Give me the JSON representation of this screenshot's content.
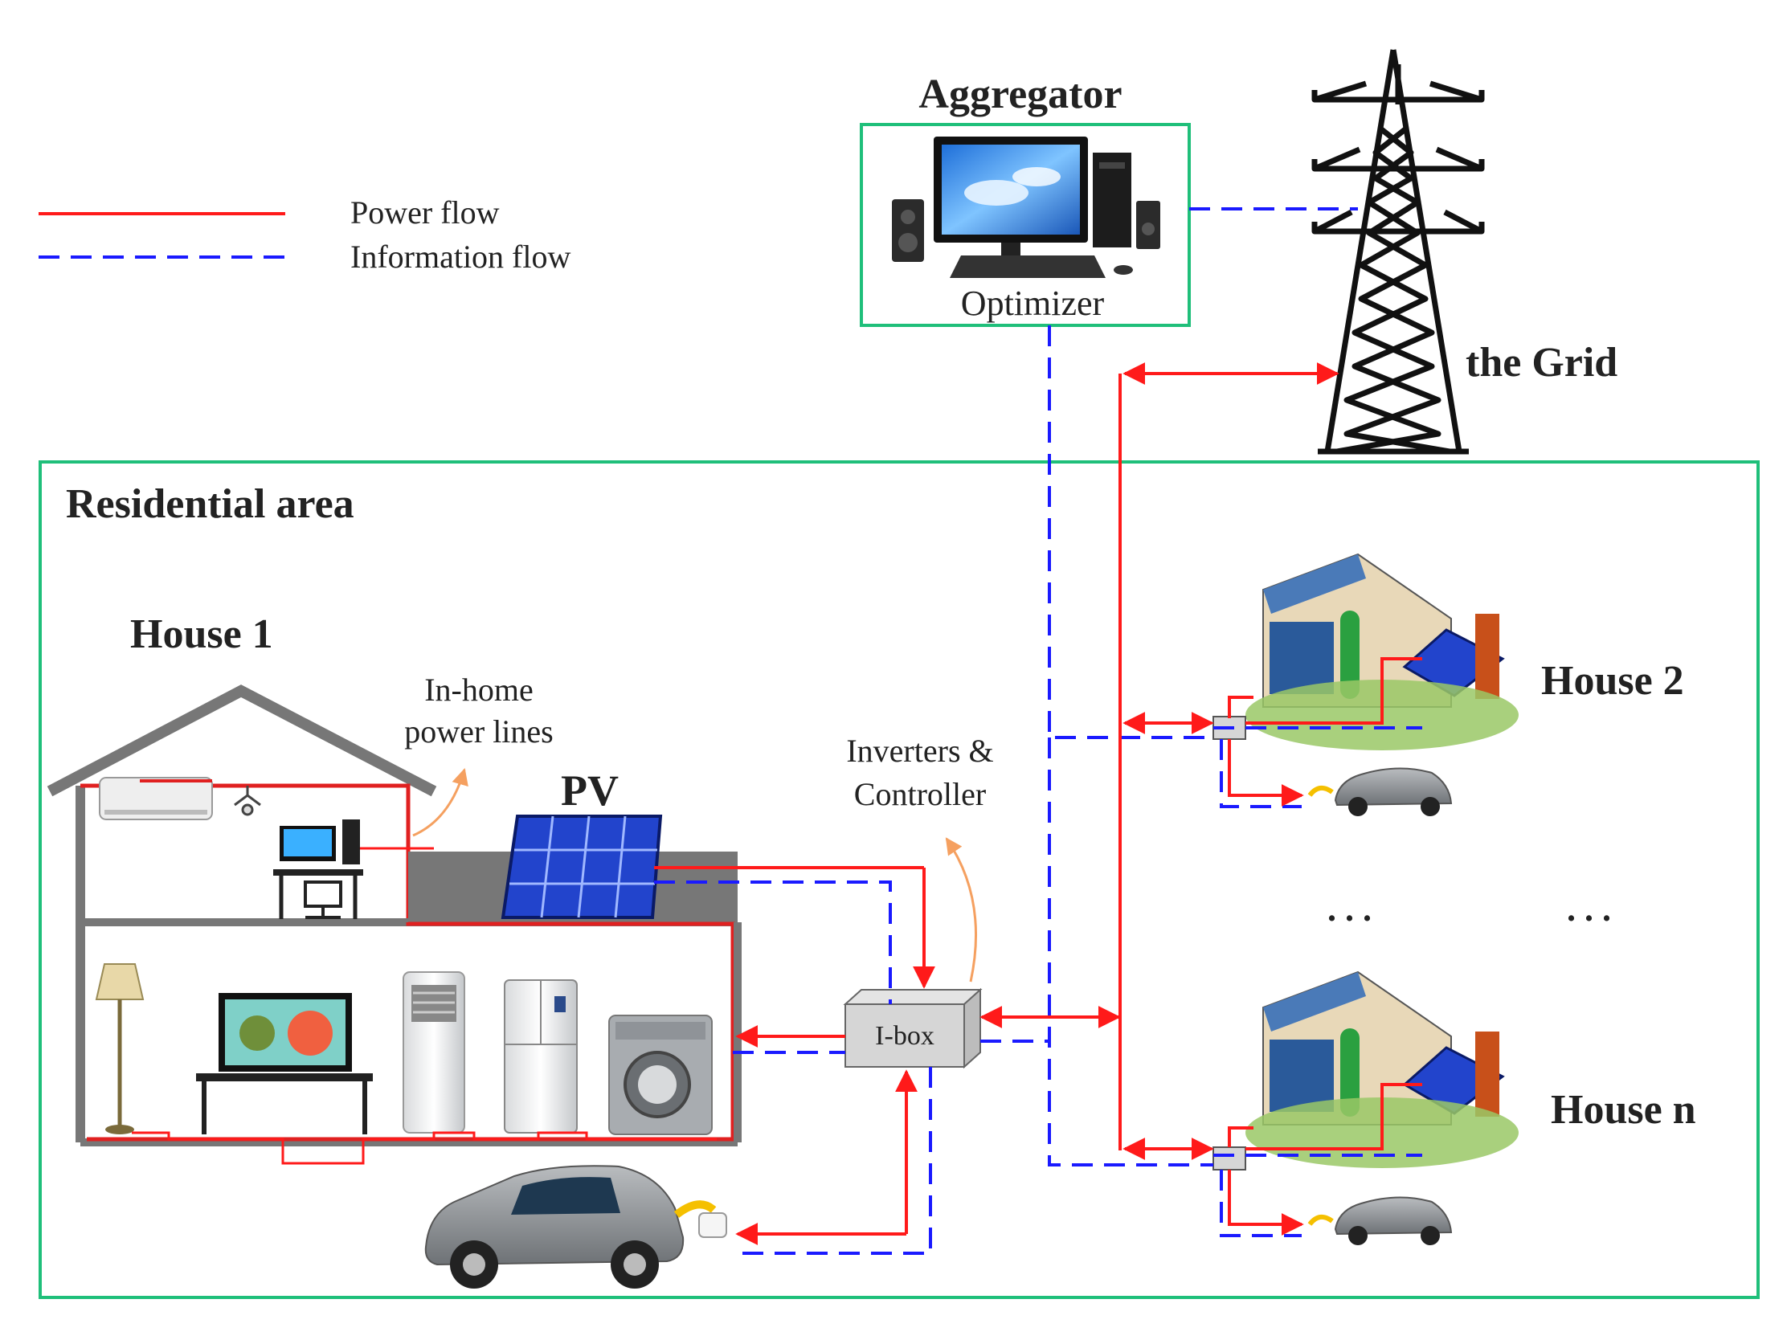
{
  "legend": {
    "power_flow": "Power flow",
    "information_flow": "Information flow"
  },
  "aggregator": {
    "title": "Aggregator",
    "optimizer": "Optimizer"
  },
  "grid": {
    "label": "the Grid"
  },
  "residential": {
    "label": "Residential area"
  },
  "house1": {
    "label": "House 1",
    "inhome_line1": "In-home",
    "inhome_line2": "power lines",
    "pv": "PV"
  },
  "inverters": {
    "line1": "Inverters &",
    "line2": "Controller"
  },
  "ibox": {
    "label": "I-box"
  },
  "house2": {
    "label": "House 2"
  },
  "housen": {
    "label": "House n"
  },
  "ellipsis": {
    "left": ". . .",
    "right": ". . ."
  },
  "colors": {
    "power": "#ff1a1a",
    "info": "#1a1aff",
    "frame": "#1fbf7a",
    "annotation": "#f5a060",
    "house_wall": "#e02020"
  }
}
